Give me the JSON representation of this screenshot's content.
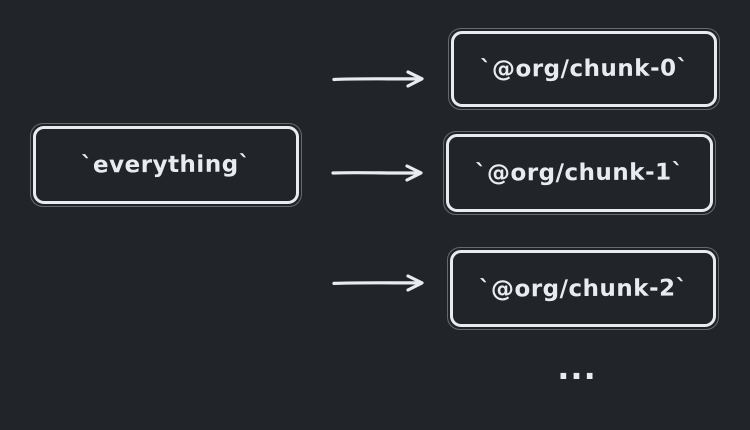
{
  "diagram": {
    "source_node": {
      "label": "`everything`"
    },
    "target_nodes": [
      {
        "label": "`@org/chunk-0`"
      },
      {
        "label": "`@org/chunk-1`"
      },
      {
        "label": "`@org/chunk-2`"
      }
    ],
    "ellipsis": "...",
    "colors": {
      "background": "#212529",
      "stroke": "#e9ecef"
    }
  }
}
